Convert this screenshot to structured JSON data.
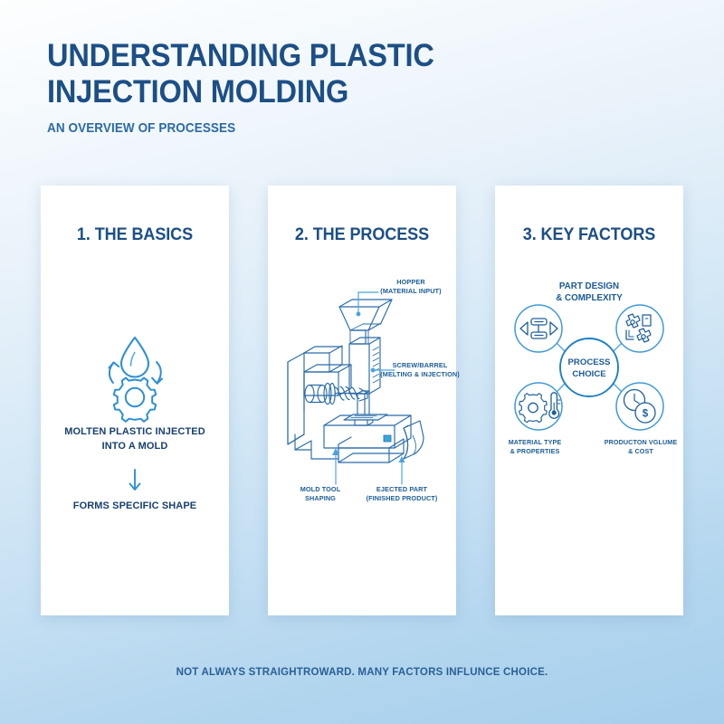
{
  "header": {
    "title": "UNDERSTANDING PLASTIC INJECTION MOLDING",
    "subtitle": "AN OVERVIEW OF PROCESSES"
  },
  "colors": {
    "deep_blue": "#1c4f86",
    "mid_blue": "#2c6aa5",
    "line_blue": "#2d85c9",
    "card_bg": "#ffffff",
    "bg_top": "#fdfefe",
    "bg_bottom": "#a6cfec"
  },
  "cards": [
    {
      "title": "1. THE BASICS",
      "icon": "molten-drop-gear-icon",
      "line1": "MOLTEN PLASTIC INJECTED",
      "line2": "INTO A MOLD",
      "arrow": "down-arrow-icon",
      "line3": "FORMS SPECIFIC SHAPE"
    },
    {
      "title": "2. THE PROCESS",
      "diagram": "injection-molding-machine-diagram",
      "labels": [
        {
          "name": "hopper",
          "line1": "HOPPER",
          "line2": "(MATERIAL INPUT)"
        },
        {
          "name": "screw-barrel",
          "line1": "SCREW/BARREL",
          "line2": "(MELTING & INJECTION)"
        },
        {
          "name": "mold-tool",
          "line1": "MOLD TOOL",
          "line2": "SHAPING"
        },
        {
          "name": "ejected-part",
          "line1": "EJECTED PART",
          "line2": "(FINISHED PRODUCT)"
        }
      ]
    },
    {
      "title": "3. KEY FACTORS",
      "diagram": "process-choice-hub-diagram",
      "hub": {
        "line1": "PROCESS",
        "line2": "CHOICE"
      },
      "top_label": {
        "line1": "PART DESIGN",
        "line2": "& COMPLEXITY"
      },
      "nodes": [
        {
          "name": "dimensions-icon",
          "label1": "",
          "label2": ""
        },
        {
          "name": "complex-shapes-icon",
          "label1": "",
          "label2": ""
        },
        {
          "name": "gear-thermometer-icon",
          "label1": "MATERIAL TYPE",
          "label2": "& PROPERTIES"
        },
        {
          "name": "clock-coin-icon",
          "label1": "PRODUCTON VGLUME",
          "label2": "& COST"
        }
      ]
    }
  ],
  "footer": {
    "text": "NOT ALWAYS STRAIGHTROWARD. MANY FACTORS INFLUNCE CHOICE."
  }
}
